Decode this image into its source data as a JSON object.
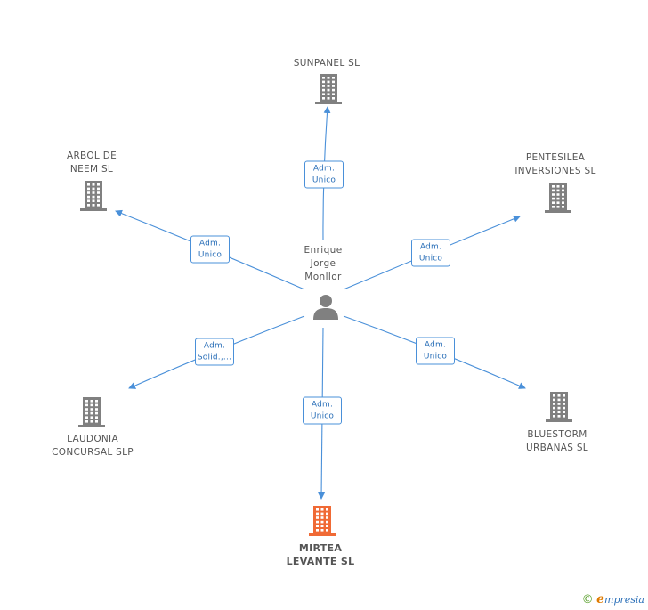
{
  "center": {
    "label": [
      "Enrique",
      "Jorge",
      "Monllor"
    ],
    "icon": "person-icon"
  },
  "nodes": [
    {
      "id": "sunpanel",
      "label": [
        "SUNPANEL SL"
      ],
      "icon": "building-icon",
      "highlight": false
    },
    {
      "id": "pentesilea",
      "label": [
        "PENTESILEA",
        "INVERSIONES SL"
      ],
      "icon": "building-icon",
      "highlight": false
    },
    {
      "id": "bluestorm",
      "label": [
        "BLUESTORM",
        "URBANAS SL"
      ],
      "icon": "building-icon",
      "highlight": false
    },
    {
      "id": "mirtea",
      "label": [
        "MIRTEA",
        "LEVANTE SL"
      ],
      "icon": "building-icon",
      "highlight": true
    },
    {
      "id": "laudonia",
      "label": [
        "LAUDONIA",
        "CONCURSAL SLP"
      ],
      "icon": "building-icon",
      "highlight": false
    },
    {
      "id": "arbol",
      "label": [
        "ARBOL DE",
        "NEEM SL"
      ],
      "icon": "building-icon",
      "highlight": false
    }
  ],
  "edges": [
    {
      "to": "sunpanel",
      "label": [
        "Adm.",
        "Unico"
      ]
    },
    {
      "to": "pentesilea",
      "label": [
        "Adm.",
        "Unico"
      ]
    },
    {
      "to": "bluestorm",
      "label": [
        "Adm.",
        "Unico"
      ]
    },
    {
      "to": "mirtea",
      "label": [
        "Adm.",
        "Unico"
      ]
    },
    {
      "to": "laudonia",
      "label": [
        "Adm.",
        "Solid.,..."
      ]
    },
    {
      "to": "arbol",
      "label": [
        "Adm.",
        "Unico"
      ]
    }
  ],
  "colors": {
    "edge": "#4a90d9",
    "building": "#808080",
    "building_highlight": "#f06a35",
    "person": "#808080"
  },
  "watermark": {
    "copyright": "©",
    "brand_initial": "e",
    "brand_rest": "mpresia"
  }
}
